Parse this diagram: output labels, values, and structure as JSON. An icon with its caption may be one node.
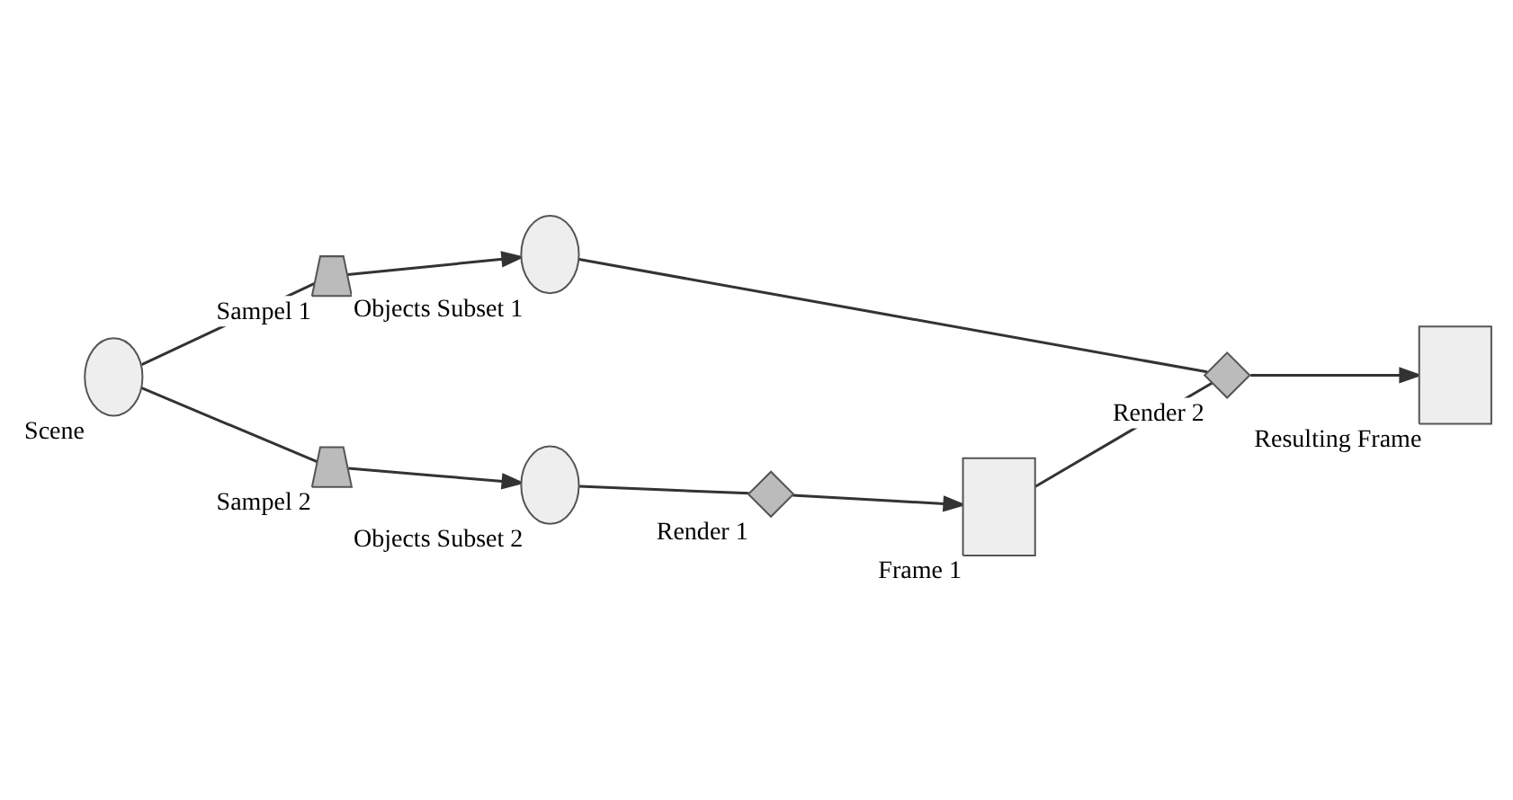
{
  "diagram": {
    "nodes": [
      {
        "text": [
          "Scene"
        ]
      },
      {
        "text": [
          "Sampel 1"
        ]
      },
      {
        "text": [
          "Objects Subset 1"
        ]
      },
      {
        "text": [
          "Sampel 2"
        ]
      },
      {
        "text": [
          "Objects Subset 2"
        ]
      },
      {
        "text": [
          "Render 1"
        ]
      },
      {
        "text": [
          "Frame 1"
        ]
      },
      {
        "text": [
          "Render 2"
        ]
      },
      {
        "text": [
          "Resulting Frame"
        ]
      }
    ],
    "edges": [
      {
        "from": 0,
        "to": 1,
        "arrow": "none"
      },
      {
        "from": 1,
        "to": 2,
        "arrow": "to"
      },
      {
        "from": 0,
        "to": 3,
        "arrow": "none"
      },
      {
        "from": 3,
        "to": 4,
        "arrow": "to"
      },
      {
        "from": 4,
        "to": 5,
        "arrow": "none"
      },
      {
        "from": 5,
        "to": 6,
        "arrow": "to"
      },
      {
        "from": 2,
        "to": 7,
        "arrow": "none"
      },
      {
        "from": 6,
        "to": 7,
        "arrow": "none"
      },
      {
        "from": 7,
        "to": 8,
        "arrow": "to"
      }
    ]
  }
}
